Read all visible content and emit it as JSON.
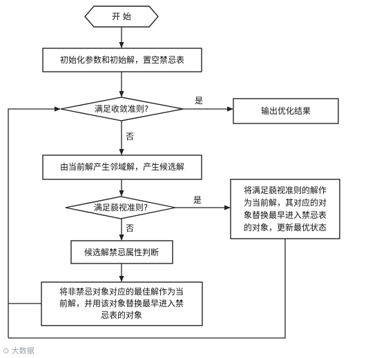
{
  "nodes": {
    "start": "开 始",
    "init": "初始化参数和初始解，置空禁忌表",
    "cond1": "满足收敛准则?",
    "output": "输出优化结果",
    "neighbor": "由当前解产生邻域解，产生候选解",
    "cond2": "满足藐视准则?",
    "aspiration_lines": [
      "将满足藐视准则的解作",
      "为当前解，其对应的对",
      "象替换最早进入禁忌表",
      "的对象，更新最优状态"
    ],
    "tabu_check": "候选解禁忌属性判断",
    "nontabu_lines": [
      "将非禁忌对象对应的最佳解作为当",
      "前解，并用该对象替换最早进入禁",
      "忌表的对象"
    ]
  },
  "edge_labels": {
    "cond1_yes": "是",
    "cond1_no": "否",
    "cond2_yes": "是",
    "cond2_no": "否"
  },
  "watermark": "大数据"
}
